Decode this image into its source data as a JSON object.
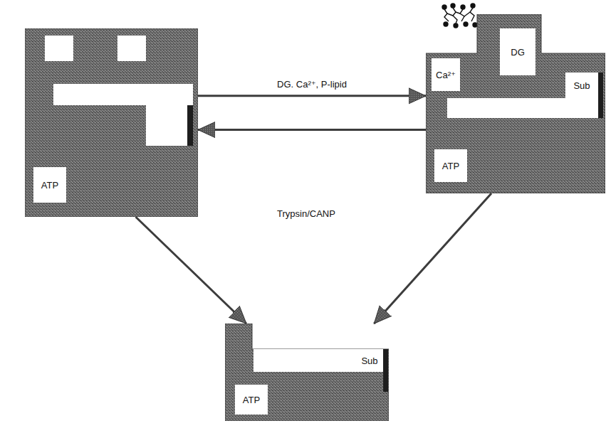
{
  "diagram": {
    "nodes": [
      {
        "text": [
          "ATP"
        ]
      },
      {
        "text": [
          "Ca²⁺",
          "DG",
          "Sub",
          "ATP"
        ]
      },
      {
        "text": [
          "Sub",
          "ATP"
        ]
      }
    ],
    "edges": [
      {
        "from": 0,
        "to": 1,
        "label": "DG. Ca²⁺, P-lipid",
        "arrow": "to"
      },
      {
        "from": 1,
        "to": 0,
        "arrow": "to"
      },
      {
        "from": 0,
        "to": 2,
        "arrow": "to"
      },
      {
        "from": 1,
        "to": 2,
        "arrow": "to"
      }
    ],
    "labels": [
      "Trypsin/CANP"
    ]
  }
}
